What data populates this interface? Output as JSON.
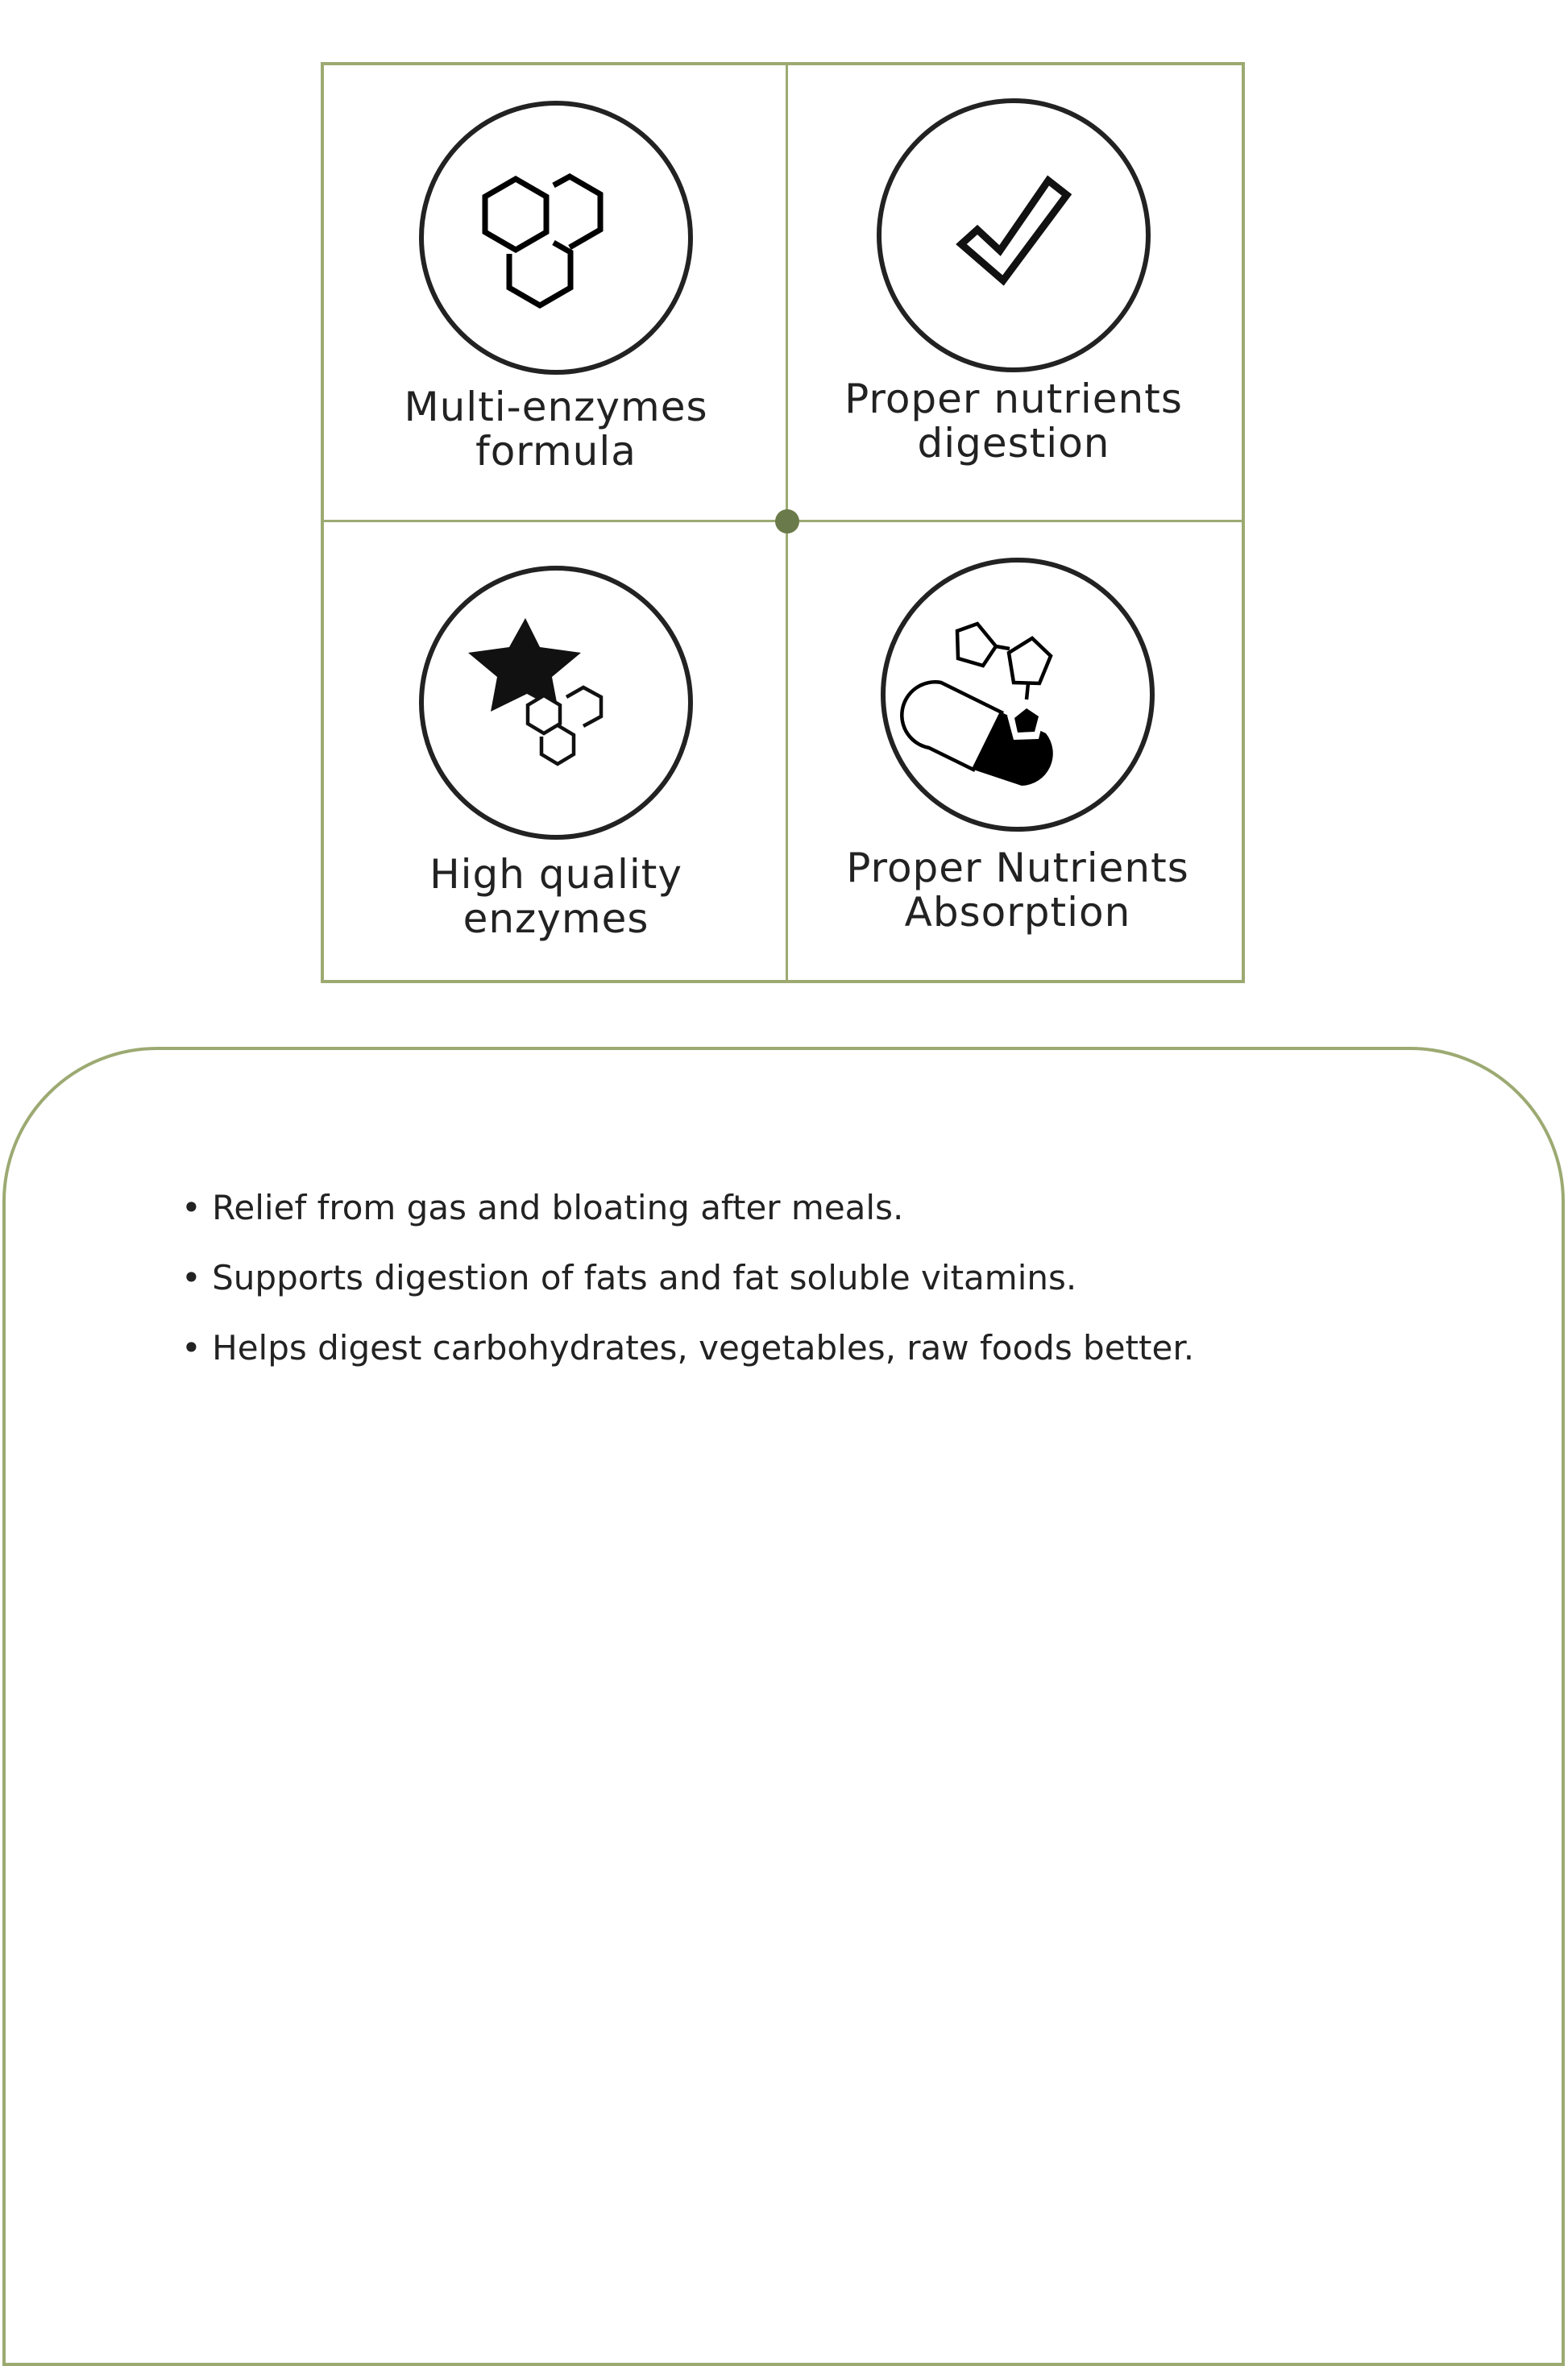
{
  "features": [
    {
      "label_lines": [
        "Multi-enzymes",
        "formula"
      ],
      "icon": "hexagons-icon"
    },
    {
      "label_lines": [
        "Proper nutrients",
        "digestion"
      ],
      "icon": "checkmark-icon"
    },
    {
      "label_lines": [
        "High quality",
        "enzymes"
      ],
      "icon": "star-hexagons-icon"
    },
    {
      "label_lines": [
        "Proper Nutrients",
        "Absorption"
      ],
      "icon": "capsule-molecule-icon"
    }
  ],
  "benefits": [
    "Relief from gas and bloating after meals.",
    "Supports digestion of fats and fat soluble vitamins.",
    "Helps digest carbohydrates, vegetables, raw foods better."
  ],
  "colors": {
    "accent": "#9caa72",
    "dot": "#6b7a4a",
    "text": "#222222"
  }
}
